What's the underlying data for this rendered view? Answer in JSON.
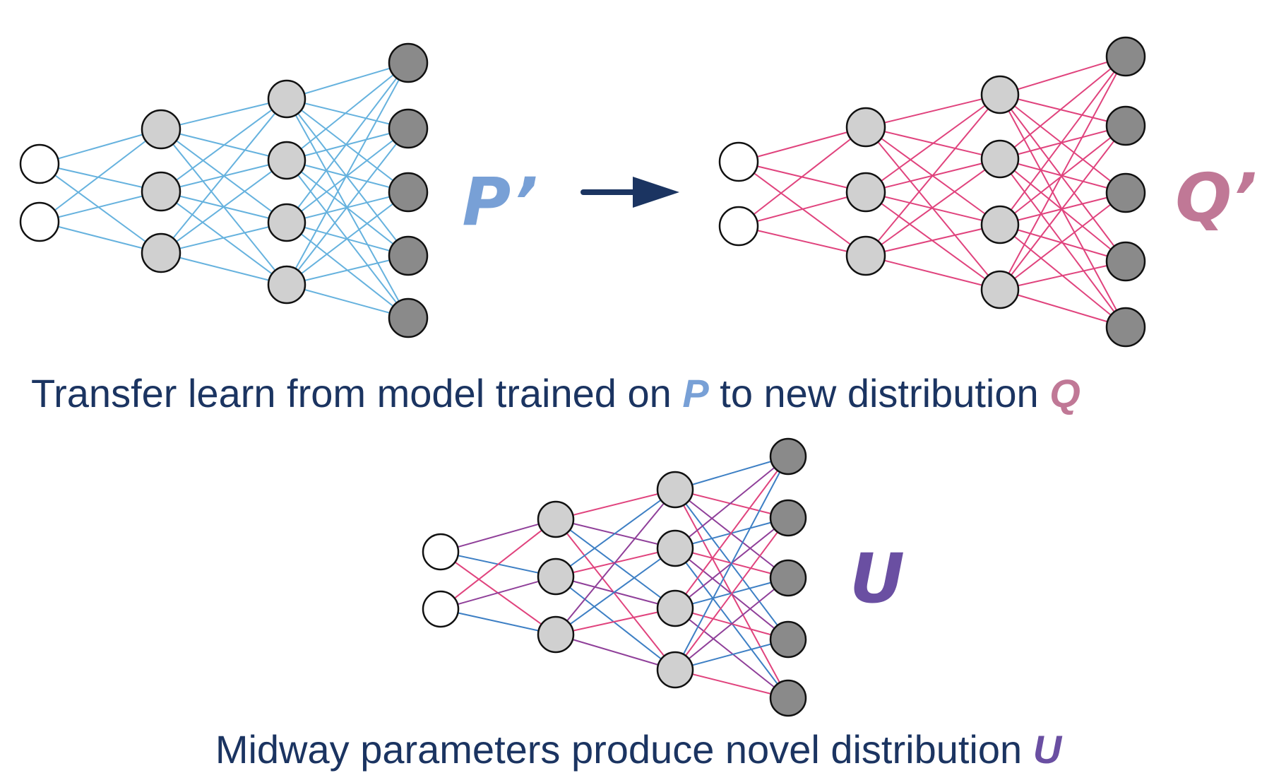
{
  "colors": {
    "text": "#1b3461",
    "p_label": "#78a0d6",
    "q_label": "#c07896",
    "u_label": "#6a4fa2",
    "net_p_edge": "#66b2de",
    "net_q_edge": "#e0437d",
    "net_u_edges": [
      "#8f3f99",
      "#e0437d",
      "#3d7fc4"
    ],
    "input_fill": "#ffffff",
    "hidden_fill": "#d0d0d0",
    "output_fill": "#8a8a8a",
    "arrow": "#1b3461"
  },
  "networks": {
    "p": {
      "label": "P’",
      "layers": [
        2,
        3,
        4,
        5
      ]
    },
    "q": {
      "label": "Q’",
      "layers": [
        2,
        3,
        4,
        5
      ]
    },
    "u": {
      "label": "U",
      "layers": [
        2,
        3,
        4,
        5
      ]
    }
  },
  "arrow_icon": "right-arrow-icon",
  "captions": {
    "top": {
      "before": "Transfer learn from model trained on ",
      "p": "P",
      "middle": " to new distribution ",
      "q": "Q"
    },
    "bottom": {
      "before": "Midway parameters produce novel distribution ",
      "u": "U"
    }
  }
}
